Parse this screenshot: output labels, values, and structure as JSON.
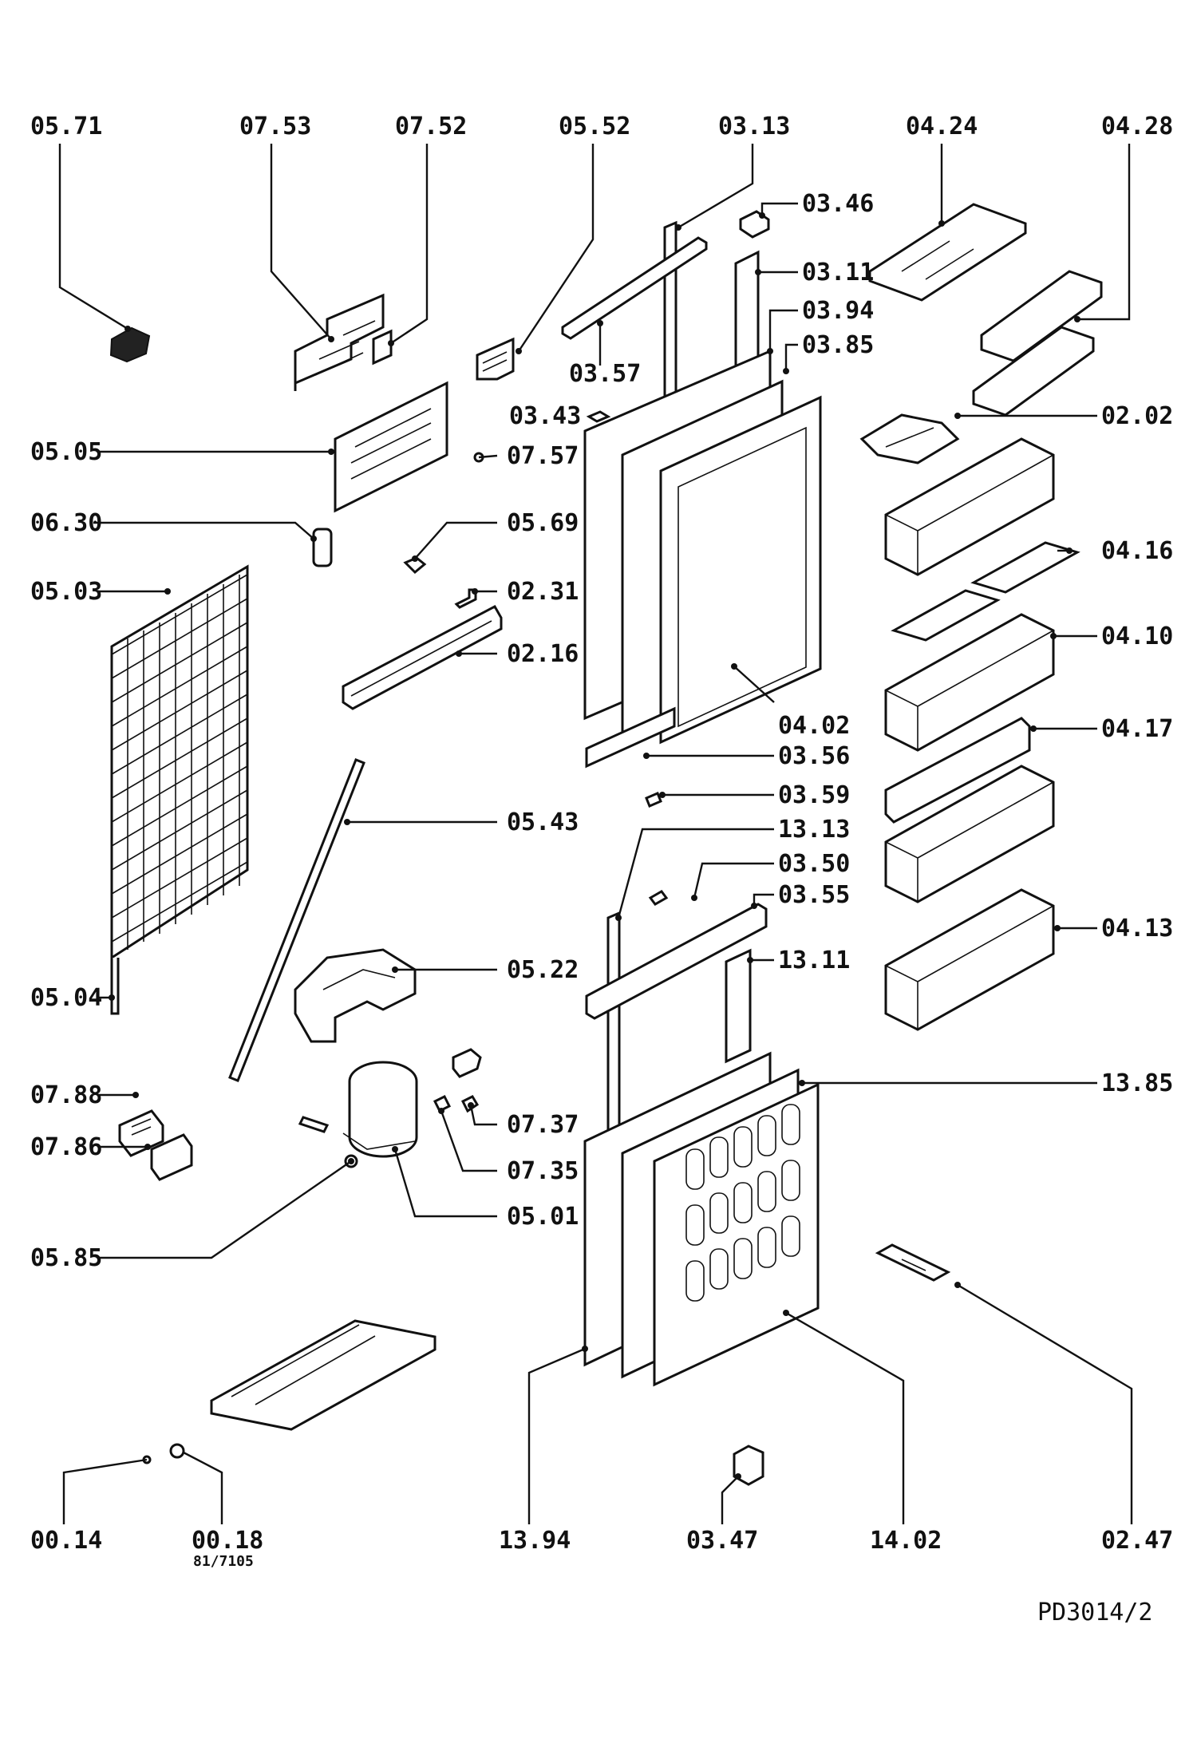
{
  "diagram": {
    "labels": {
      "l0571": "05.71",
      "l0753": "07.53",
      "l0752": "07.52",
      "l0552": "05.52",
      "l0313": "03.13",
      "l0424": "04.24",
      "l0428": "04.28",
      "l0346": "03.46",
      "l0311": "03.11",
      "l0394": "03.94",
      "l0385": "03.85",
      "l0357": "03.57",
      "l0343": "03.43",
      "l0202": "02.02",
      "l0505": "05.05",
      "l0757": "07.57",
      "l0630": "06.30",
      "l0569": "05.69",
      "l0416": "04.16",
      "l0503": "05.03",
      "l0231": "02.31",
      "l0410": "04.10",
      "l0216": "02.16",
      "l0402": "04.02",
      "l0417": "04.17",
      "l0356": "03.56",
      "l0359": "03.59",
      "l0543": "05.43",
      "l1313": "13.13",
      "l0350": "03.50",
      "l0355": "03.55",
      "l0413": "04.13",
      "l1311": "13.11",
      "l0522": "05.22",
      "l0504": "05.04",
      "l1385": "13.85",
      "l0788": "07.88",
      "l0737": "07.37",
      "l0786": "07.86",
      "l0735": "07.35",
      "l0501": "05.01",
      "l0585": "05.85",
      "l0014": "00.14",
      "l0018": "00.18",
      "l0018sub": "81/7105",
      "l1394": "13.94",
      "l0347": "03.47",
      "l1402": "14.02",
      "l0247": "02.47",
      "code": "PD3014/2"
    }
  }
}
